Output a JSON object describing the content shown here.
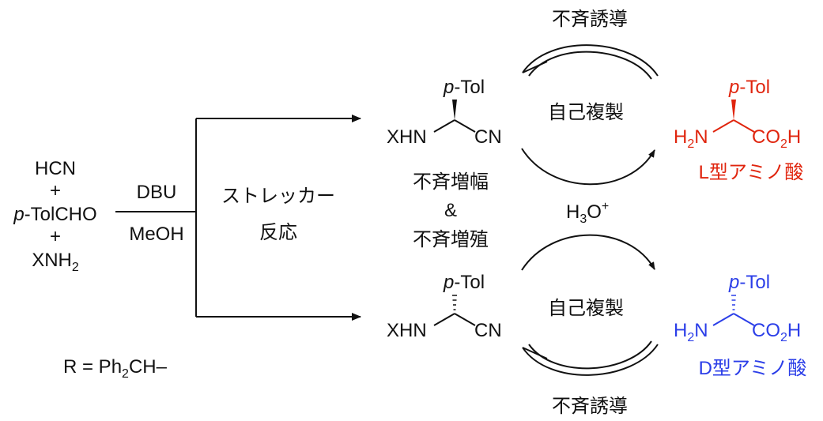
{
  "colors": {
    "black": "#111111",
    "l_red": "#e0250e",
    "d_blue": "#2b3ee8"
  },
  "reactants": {
    "hcn": "HCN",
    "plus": "+",
    "p": "p",
    "tolcho": "-TolCHO",
    "xnh": "XNH",
    "sub2": "2"
  },
  "conditions": {
    "base": "DBU",
    "solvent": "MeOH"
  },
  "strecker": {
    "line1": "ストレッカー",
    "line2": "反応"
  },
  "r_def": {
    "main": "R = Ph",
    "sub": "2",
    "tail": "CH–"
  },
  "nitrile": {
    "p": "p",
    "tol": "-Tol",
    "xhn": "XHN",
    "cn": "CN"
  },
  "amplification": {
    "line1": "不斉増幅",
    "amp": "&",
    "line2": "不斉増殖"
  },
  "hydrolysis": {
    "h": "H",
    "sub3": "3",
    "o": "O",
    "plus": "+"
  },
  "cycle": {
    "induction": "不斉誘導",
    "replication": "自己複製"
  },
  "amino_acid": {
    "p": "p",
    "tol": "-Tol",
    "h": "H",
    "sub2": "2",
    "n": "N",
    "co": "CO",
    "h_end": "H"
  },
  "l_label": "L型アミノ酸",
  "d_label": "D型アミノ酸"
}
